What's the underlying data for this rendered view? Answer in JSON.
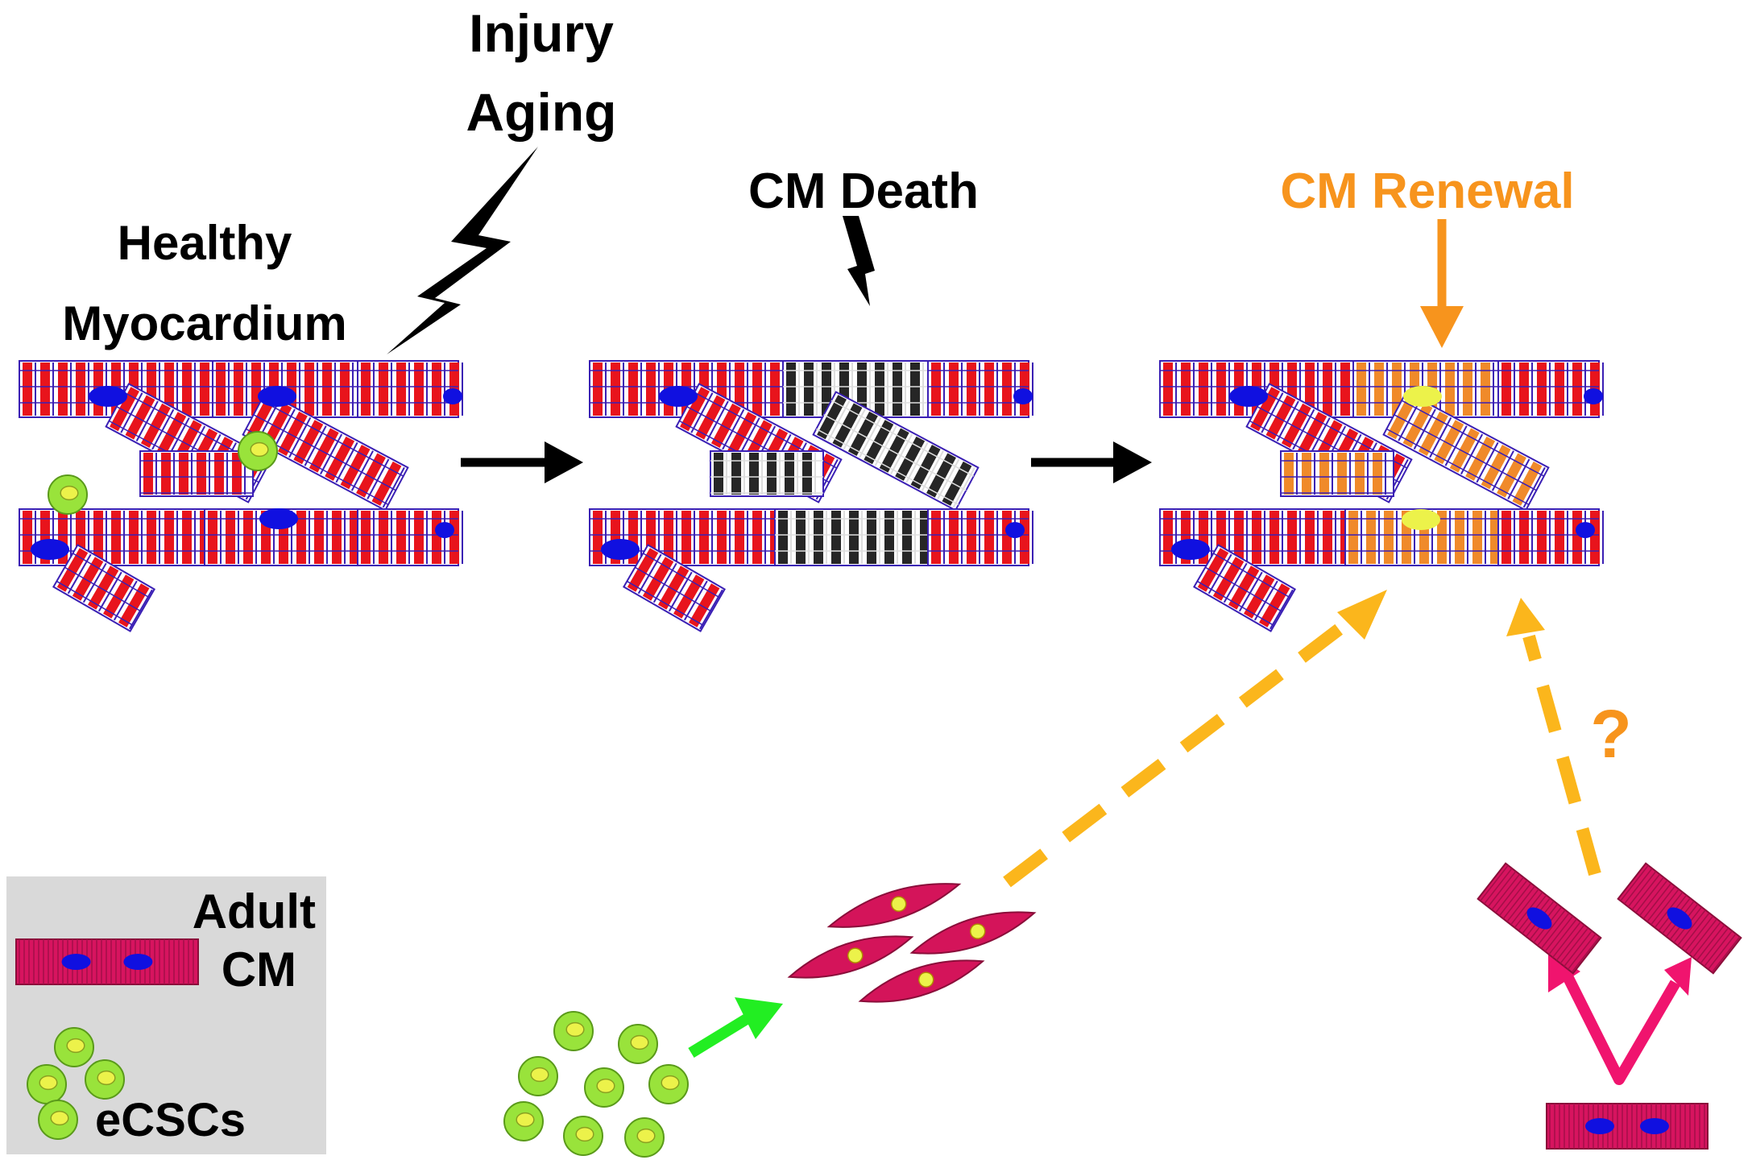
{
  "labels": {
    "injury": "Injury",
    "aging": "Aging",
    "healthy_line1": "Healthy",
    "healthy_line2": "Myocardium",
    "cm_death": "CM Death",
    "cm_renewal": "CM Renewal",
    "question": "?"
  },
  "legend": {
    "adult_line1": "Adult",
    "adult_line2": "CM",
    "ecsc": "eCSCs"
  },
  "colors": {
    "black": "#000000",
    "sarcomere_red": "#e8141c",
    "sarcomere_blue": "#3a1fb4",
    "nucleus_blue": "#1010e0",
    "dead_dark": "#262626",
    "renewal_orange": "#f08a2a",
    "renewal_title": "#f7941d",
    "dashed_yellow": "#fbb61c",
    "ecsc_green": "#99e33b",
    "ecsc_nucleus": "#ecf24a",
    "adult_cm_pink": "#d7145f",
    "progenitor_magenta": "#d4145a",
    "green_arrow": "#22ee22",
    "pink_arrow": "#f0146e",
    "legend_bg": "#d9d9d9"
  }
}
